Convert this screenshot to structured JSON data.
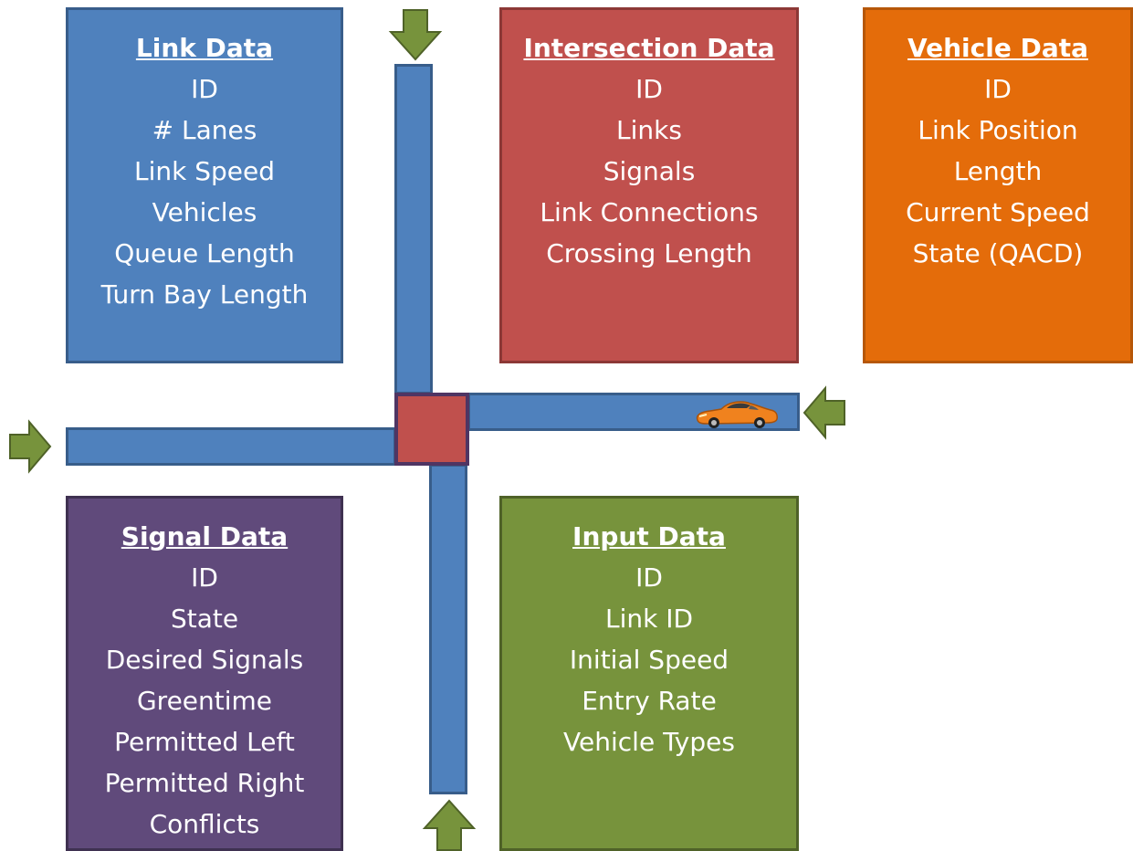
{
  "colors": {
    "link": "#4f81bd",
    "intersection": "#c0504d",
    "vehicle": "#e46c0a",
    "signal": "#604a7b",
    "input": "#77933c",
    "arrow": "#77933c"
  },
  "boxes": {
    "link": {
      "title": "Link Data",
      "items": [
        "ID",
        "# Lanes",
        "Link Speed",
        "Vehicles",
        "Queue Length",
        "Turn Bay Length"
      ]
    },
    "intersection": {
      "title": "Intersection Data",
      "items": [
        "ID",
        "Links",
        "Signals",
        "Link Connections",
        "Crossing Length"
      ]
    },
    "vehicle": {
      "title": "Vehicle Data",
      "items": [
        "ID",
        "Link Position",
        "Length",
        "Current Speed",
        "State (QACD)"
      ]
    },
    "signal": {
      "title": "Signal Data",
      "items": [
        "ID",
        "State",
        "Desired Signals",
        "Greentime",
        "Permitted Left",
        "Permitted Right",
        "Conflicts"
      ]
    },
    "input": {
      "title": "Input Data",
      "items": [
        "ID",
        "Link ID",
        "Initial Speed",
        "Entry Rate",
        "Vehicle Types"
      ]
    }
  },
  "icons": {
    "arrow_north_road": "arrow-down-icon",
    "arrow_south_road": "arrow-up-icon",
    "arrow_west_road": "arrow-right-icon",
    "arrow_east_road": "arrow-left-icon",
    "car": "car-icon"
  }
}
